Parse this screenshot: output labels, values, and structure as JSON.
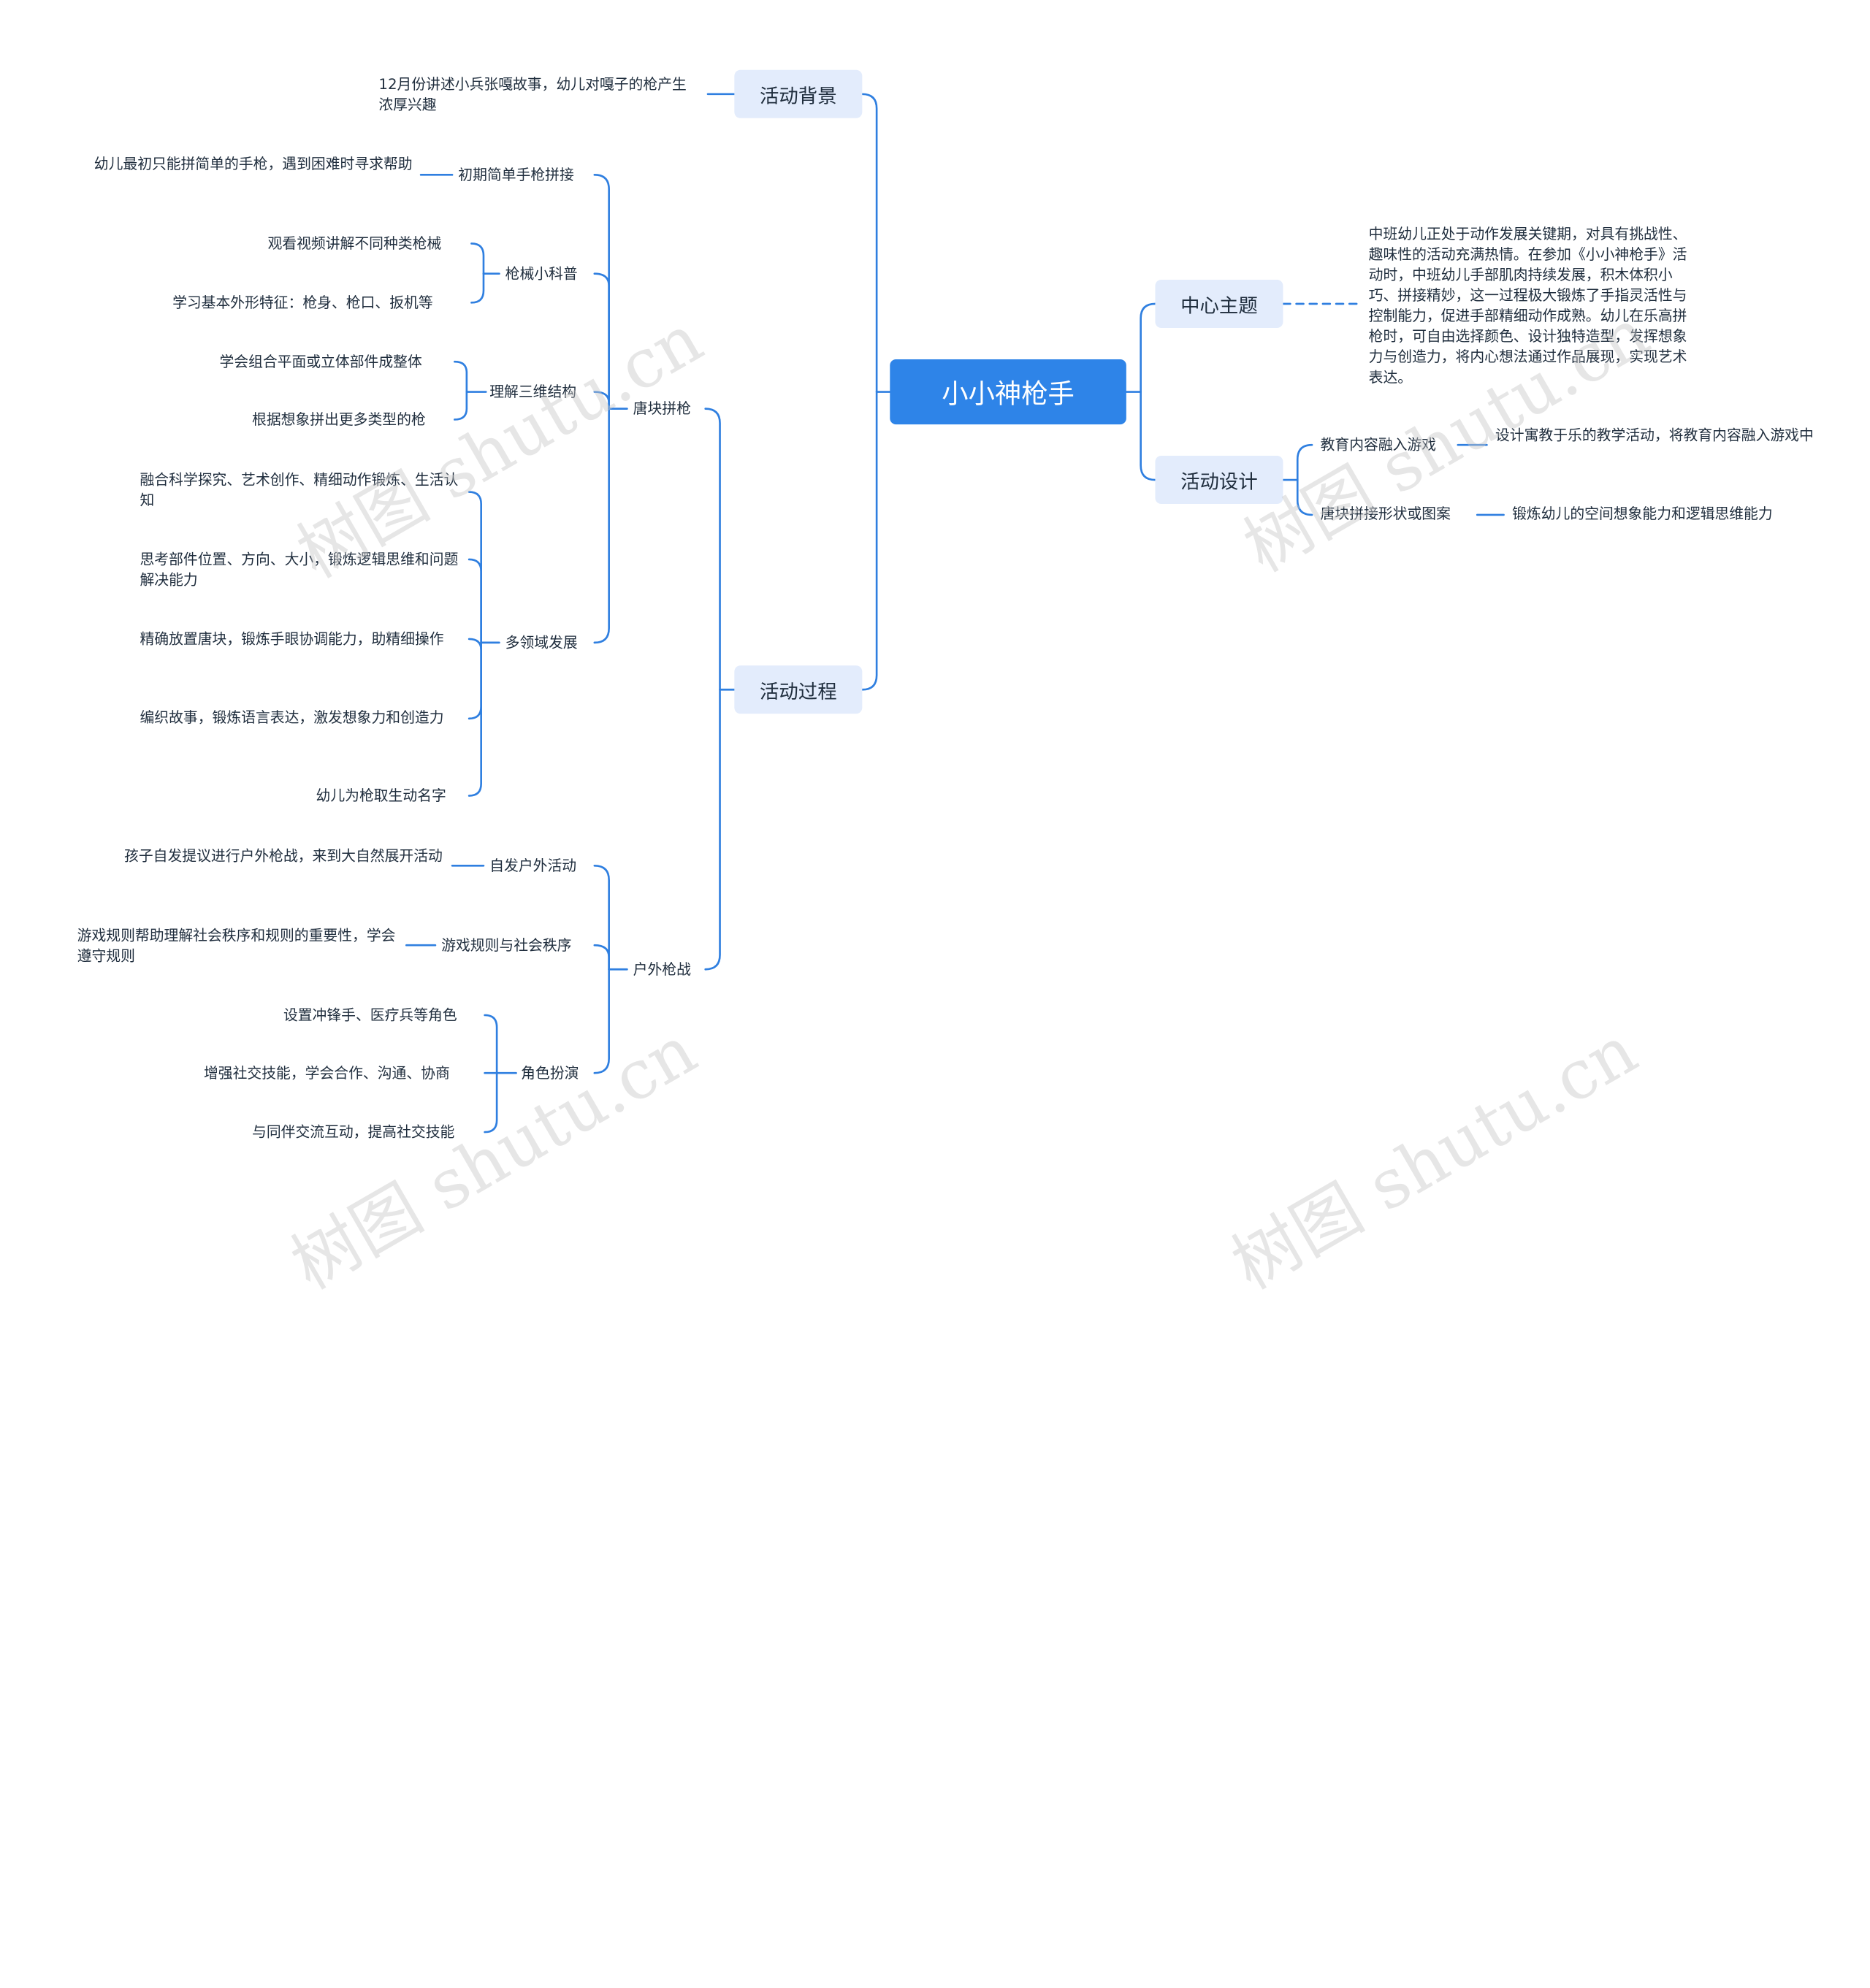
{
  "root": {
    "label": "小小神枪手"
  },
  "right": {
    "center_theme": {
      "label": "中心主题",
      "text": "中班幼儿正处于动作发展关键期，对具有挑战性、趣味性的活动充满热情。在参加《小小神枪手》活动时，中班幼儿手部肌肉持续发展，积木体积小巧、拼接精妙，这一过程极大锻炼了手指灵活性与控制能力，促进手部精细动作成熟。幼儿在乐高拼枪时，可自由选择颜色、设计独特造型，发挥想象力与创造力，将内心想法通过作品展现，实现艺术表达。"
    },
    "activity_design": {
      "label": "活动设计",
      "items": [
        {
          "label": "教育内容融入游戏",
          "detail": "设计寓教于乐的教学活动，将教育内容融入游戏中"
        },
        {
          "label": "唐块拼接形状或图案",
          "detail": "锻炼幼儿的空间想象能力和逻辑思维能力"
        }
      ]
    }
  },
  "left": {
    "background": {
      "label": "活动背景",
      "text": "12月份讲述小兵张嘎故事，幼儿对嘎子的枪产生浓厚兴趣"
    },
    "process": {
      "label": "活动过程",
      "block_gun": {
        "label": "唐块拼枪",
        "simple": {
          "label": "初期简单手枪拼接",
          "text": "幼儿最初只能拼简单的手枪，遇到困难时寻求帮助"
        },
        "science": {
          "label": "枪械小科普",
          "items": [
            "观看视频讲解不同种类枪械",
            "学习基本外形特征：枪身、枪口、扳机等"
          ]
        },
        "structure": {
          "label": "理解三维结构",
          "items": [
            "学会组合平面或立体部件成整体",
            "根据想象拼出更多类型的枪"
          ]
        },
        "multi": {
          "label": "多领域发展",
          "items": [
            "融合科学探究、艺术创作、精细动作锻炼、生活认知",
            "思考部件位置、方向、大小，锻炼逻辑思维和问题解决能力",
            "精确放置唐块，锻炼手眼协调能力，助精细操作",
            "编织故事，锻炼语言表达，激发想象力和创造力",
            "幼儿为枪取生动名字"
          ]
        }
      },
      "outdoor": {
        "label": "户外枪战",
        "spontaneous": {
          "label": "自发户外活动",
          "text": "孩子自发提议进行户外枪战，来到大自然展开活动"
        },
        "rules": {
          "label": "游戏规则与社会秩序",
          "text": "游戏规则帮助理解社会秩序和规则的重要性，学会遵守规则"
        },
        "roleplay": {
          "label": "角色扮演",
          "items": [
            "设置冲锋手、医疗兵等角色",
            "增强社交技能，学会合作、沟通、协商",
            "与同伴交流互动，提高社交技能"
          ]
        }
      }
    }
  },
  "watermark": "树图 shutu.cn",
  "colors": {
    "root_bg": "#2e84e8",
    "level1_bg": "#e3ecfc",
    "line": "#2f7fe0"
  }
}
